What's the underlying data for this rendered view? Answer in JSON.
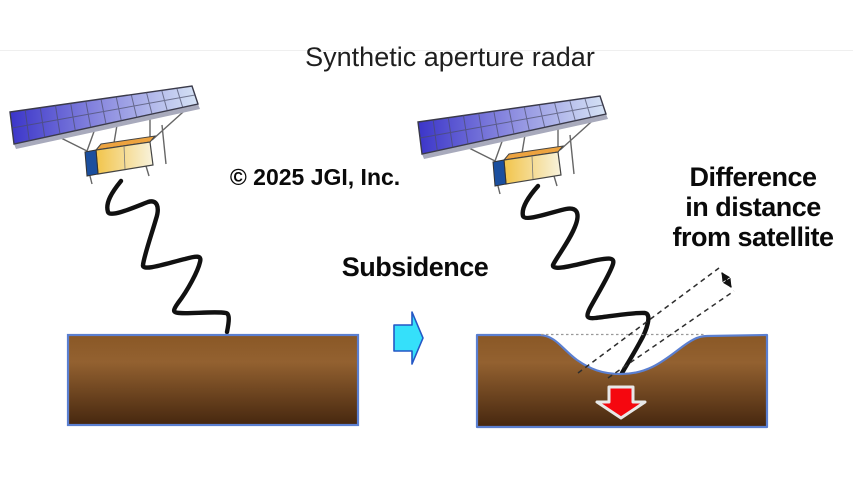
{
  "title": "Synthetic aperture radar",
  "copyright": "© 2025 JGI, Inc.",
  "labels": {
    "subsidence": "Subsidence",
    "difference": [
      "Difference",
      "in distance",
      "from satellite"
    ]
  },
  "colors": {
    "ground_top": "#8a5826",
    "ground_mid": "#936130",
    "ground_bottom": "#46270f",
    "ground_border": "#5b7fd0",
    "panel_dark_blue": "#3b35c9",
    "panel_mid_blue": "#8d8de0",
    "panel_light_blue": "#d6e3f5",
    "body_gold": "#f2c44a",
    "body_cream": "#f8f3dd",
    "body_side_blue": "#1b4f9e",
    "body_top_orange": "#eda33f",
    "radar_wave": "#111111",
    "subsidence_arrow_fill": "#35e0fa",
    "subsidence_arrow_border": "#2457c5",
    "displacement_arrow_fill": "#f5070f",
    "displacement_arrow_outline": "#e8e8e8",
    "dashed_line": "#2e2e2e",
    "dotted_surface_line": "#9a9a9a"
  }
}
